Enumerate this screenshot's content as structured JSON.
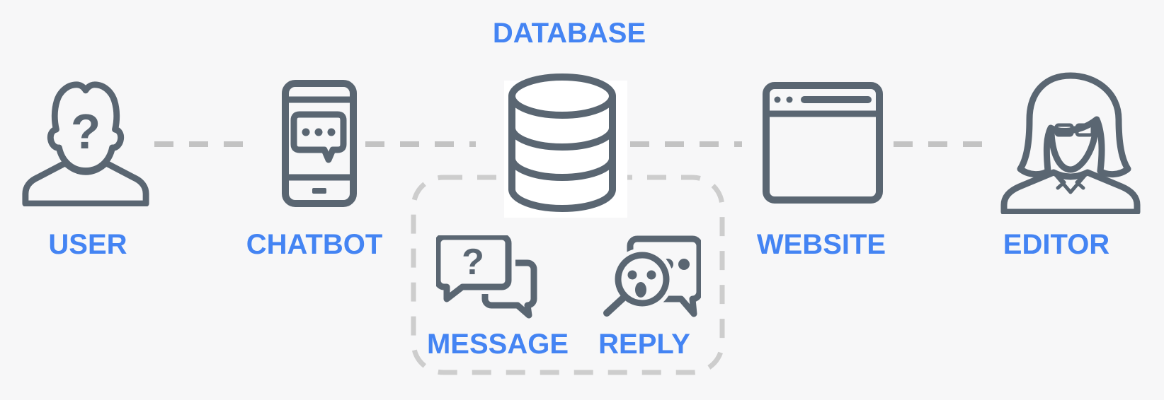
{
  "page": {
    "background": "#f7f7f8"
  },
  "colors": {
    "label_blue": "#4484f3",
    "icon_slate": "#5a6672",
    "connector_gray": "#c3c3c3",
    "group_border_gray": "#cdcdcd",
    "database_backdrop": "#ffffff",
    "page_bg": "#f7f7f8"
  },
  "nodes": [
    {
      "id": "user",
      "label": "USER",
      "icon": "user-question-icon",
      "icon_glyph": "?"
    },
    {
      "id": "chatbot",
      "label": "CHATBOT",
      "icon": "smartphone-chat-icon"
    },
    {
      "id": "database",
      "label": "DATABASE",
      "icon": "database-cylinder-icon"
    },
    {
      "id": "website",
      "label": "WEBSITE",
      "icon": "browser-window-icon"
    },
    {
      "id": "editor",
      "label": "EDITOR",
      "icon": "editor-person-icon"
    }
  ],
  "group": {
    "style": "dashed-rounded-box",
    "items": [
      {
        "id": "message",
        "label": "MESSAGE",
        "icon": "question-speech-bubbles-icon",
        "icon_glyph": "?"
      },
      {
        "id": "reply",
        "label": "REPLY",
        "icon": "magnifier-speech-bubble-icon"
      }
    ]
  },
  "connections": [
    {
      "from": "user",
      "to": "chatbot",
      "style": "dashed"
    },
    {
      "from": "chatbot",
      "to": "database",
      "style": "dashed"
    },
    {
      "from": "database",
      "to": "website",
      "style": "dashed"
    },
    {
      "from": "website",
      "to": "editor",
      "style": "dashed"
    }
  ]
}
